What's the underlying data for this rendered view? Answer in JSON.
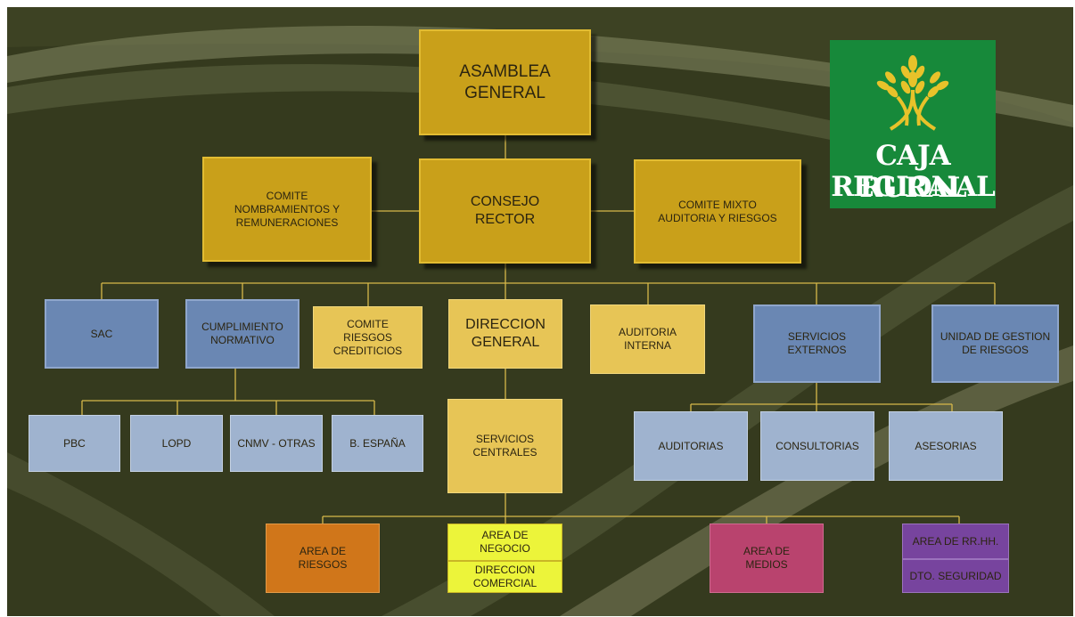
{
  "org_chart": {
    "asamblea": "ASAMBLEA\nGENERAL",
    "consejo": "CONSEJO\nRECTOR",
    "comite_nombramientos": "COMITE\nNOMBRAMIENTOS Y\nREMUNERACIONES",
    "comite_mixto": "COMITE MIXTO\nAUDITORIA Y RIESGOS",
    "sac": "SAC",
    "cumplimiento": "CUMPLIMIENTO\nNORMATIVO",
    "comite_riesgos": "COMITE\nRIESGOS\nCREDITICIOS",
    "direccion_general": "DIRECCION\nGENERAL",
    "auditoria_interna": "AUDITORIA\nINTERNA",
    "servicios_externos": "SERVICIOS\nEXTERNOS",
    "unidad_gestion": "UNIDAD DE GESTION\nDE RIESGOS",
    "pbc": "PBC",
    "lopd": "LOPD",
    "cnmv": "CNMV - OTRAS",
    "bespana": "B. ESPAÑA",
    "servicios_centrales": "SERVICIOS\nCENTRALES",
    "auditorias": "AUDITORIAS",
    "consultorias": "CONSULTORIAS",
    "asesorias": "ASESORIAS",
    "area_riesgos": "AREA DE\nRIESGOS",
    "area_negocio": "AREA DE\nNEGOCIO",
    "direccion_comercial": "DIRECCION\nCOMERCIAL",
    "area_medios": "AREA DE\nMEDIOS",
    "area_rrhh": "AREA DE RR.HH.",
    "dto_seguridad": "DTO. SEGURIDAD"
  },
  "logo": {
    "line1": "CAJA RURAL",
    "line2": "REGIONAL",
    "icon": "wheat-icon"
  },
  "colors": {
    "background": "#353a1e",
    "gold": "#c9a01a",
    "light_gold": "#e7c556",
    "blue": "#6a87b3",
    "light_blue": "#9fb3cf",
    "orange": "#d0761a",
    "yellow": "#ecf43a",
    "magenta": "#b9436e",
    "purple": "#77449e",
    "logo_green": "#17893a"
  }
}
